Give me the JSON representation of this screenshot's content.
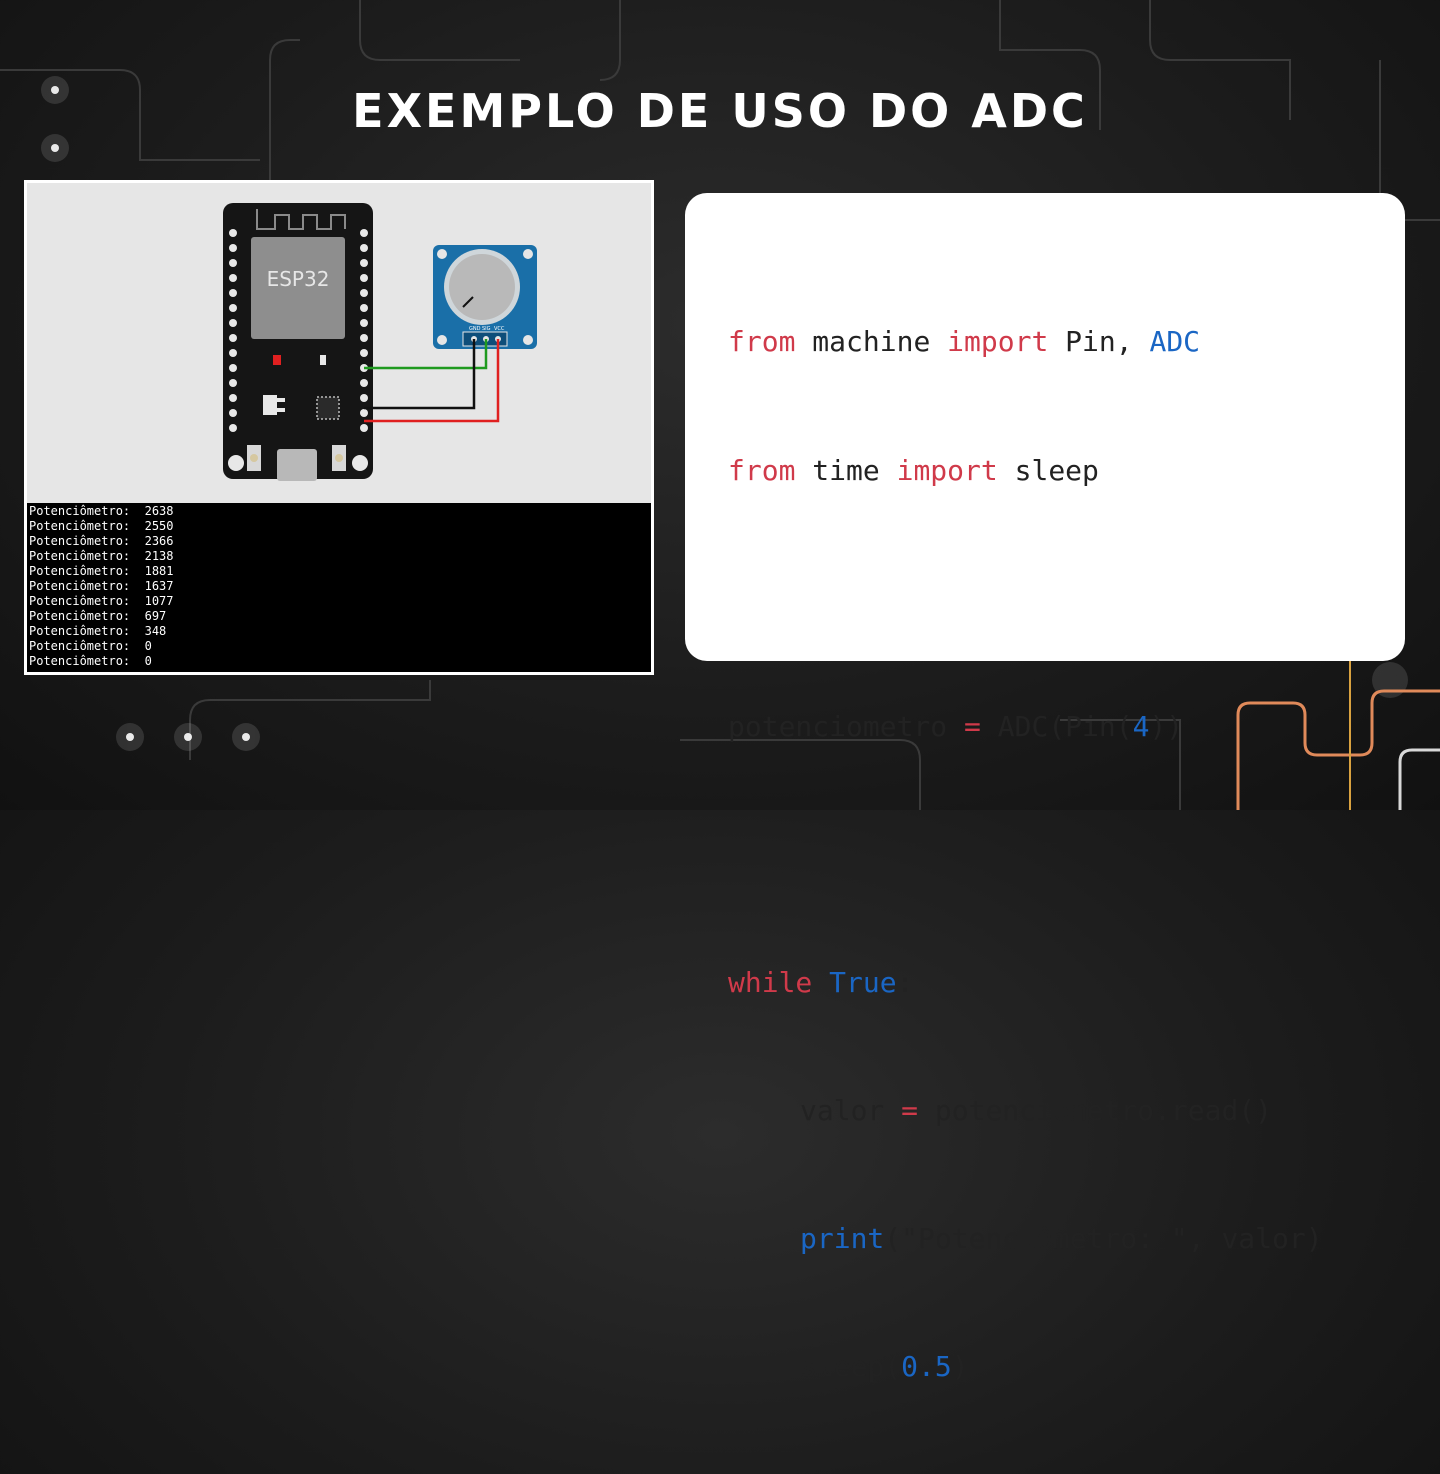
{
  "slide": {
    "title": "EXEMPLO DE USO DO ADC",
    "colors": {
      "background": "#1c1c1c",
      "title": "#ffffff",
      "keyword": "#d03a4a",
      "builtin": "#1a66c4",
      "accent_trace": "#e08a5a"
    }
  },
  "simulator": {
    "board_label": "ESP32",
    "pot_pins": [
      "GND",
      "SIG",
      "VCC"
    ],
    "serial_output": [
      {
        "label": "Potenciômetro:",
        "value": "2638"
      },
      {
        "label": "Potenciômetro:",
        "value": "2550"
      },
      {
        "label": "Potenciômetro:",
        "value": "2366"
      },
      {
        "label": "Potenciômetro:",
        "value": "2138"
      },
      {
        "label": "Potenciômetro:",
        "value": "1881"
      },
      {
        "label": "Potenciômetro:",
        "value": "1637"
      },
      {
        "label": "Potenciômetro:",
        "value": "1077"
      },
      {
        "label": "Potenciômetro:",
        "value": "697"
      },
      {
        "label": "Potenciômetro:",
        "value": "348"
      },
      {
        "label": "Potenciômetro:",
        "value": "0"
      },
      {
        "label": "Potenciômetro:",
        "value": "0"
      }
    ]
  },
  "code": {
    "l1": {
      "kw1": "from",
      "t1": " machine ",
      "kw2": "import",
      "t2": " Pin, ",
      "b1": "ADC"
    },
    "l2": {
      "kw1": "from",
      "t1": " time ",
      "kw2": "import",
      "t2": " sleep"
    },
    "l4": {
      "t1": "potenciometro ",
      "op": "=",
      "t2": " ADC(Pin(",
      "num": "4",
      "t3": "))"
    },
    "l6": {
      "kw1": "while",
      "sp": " ",
      "b1": "True",
      "t1": ":"
    },
    "l7": {
      "t1": "valor ",
      "op": "=",
      "t2": " potenciometro.read()"
    },
    "l8": {
      "b1": "print",
      "t1": "(\"Potenciômetro: \", valor)"
    },
    "l9": {
      "t1": "sleep(",
      "num": "0.5",
      "t2": ")"
    }
  }
}
